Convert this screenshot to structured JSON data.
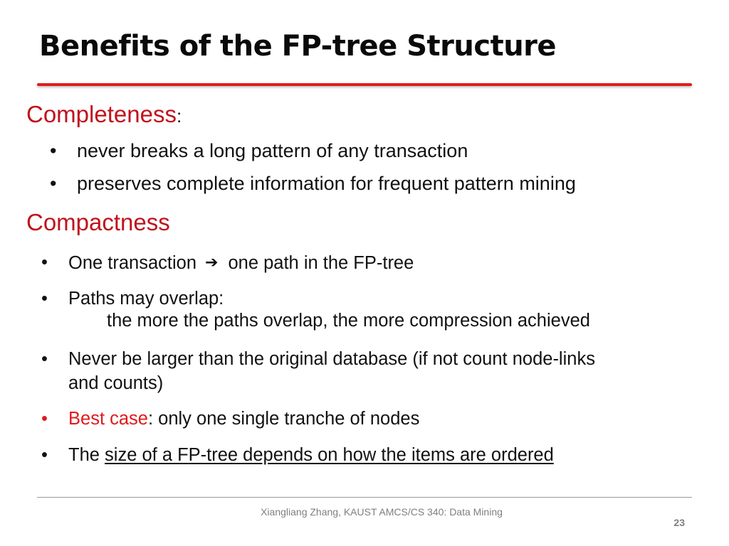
{
  "slide": {
    "title": "Benefits of the FP-tree Structure",
    "completeness": {
      "heading": "Completeness",
      "colon": ":",
      "bullets": [
        "never breaks a long pattern of any transaction",
        "preserves complete information for frequent pattern mining"
      ]
    },
    "compactness": {
      "heading": "Compactness",
      "bullets": {
        "b1_left": "One transaction",
        "b1_right": "one path in the FP-tree",
        "b2_line1": "Paths may overlap:",
        "b2_line2": "the more the paths overlap, the more compression achieved",
        "b3_line1": "Never be larger than the original database (if not count node-links",
        "b3_line2": "and counts)",
        "b4_red": "Best case",
        "b4_rest": ": only one single  tranche of nodes",
        "b5_prefix": "The ",
        "b5_underlined": "size of a FP-tree depends on how the items are ordered"
      }
    },
    "bullet_symbol": "•",
    "arrow_symbol": "➔",
    "footer": "Xiangliang Zhang, KAUST AMCS/CS 340: Data Mining",
    "page_number": "23"
  },
  "colors": {
    "accent_red": "#e3191c",
    "heading_red": "#c0121d",
    "footer_gray": "#7f7f7f"
  }
}
